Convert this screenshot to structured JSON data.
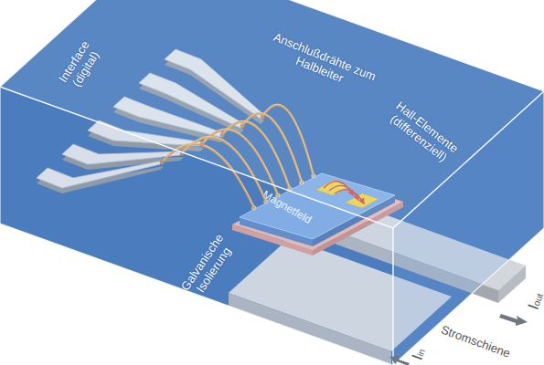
{
  "diagram": {
    "nodes": [
      {
        "text": [
          "Magnetfeld"
        ]
      }
    ],
    "labels": [
      "Interface (digital)",
      "Anschlußdrähte zum Halbleiter",
      "Hall-Elemente (differenziell)",
      "Galvanische Isolierung",
      "Stromschiene",
      "Iin",
      "Iout"
    ]
  }
}
